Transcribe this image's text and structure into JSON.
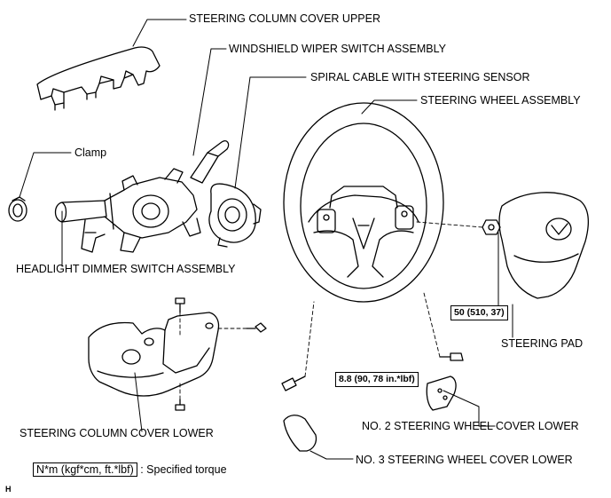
{
  "labels": {
    "steering_column_cover_upper": "STEERING COLUMN COVER UPPER",
    "windshield_wiper_switch": "WINDSHIELD WIPER SWITCH ASSEMBLY",
    "spiral_cable": "SPIRAL CABLE WITH STEERING SENSOR",
    "steering_wheel_assembly": "STEERING WHEEL ASSEMBLY",
    "clamp": "Clamp",
    "headlight_dimmer_switch": "HEADLIGHT DIMMER SWITCH ASSEMBLY",
    "steering_pad": "STEERING PAD",
    "steering_column_cover_lower": "STEERING COLUMN COVER LOWER",
    "no2_cover_lower": "NO. 2 STEERING WHEEL COVER LOWER",
    "no3_cover_lower": "NO. 3 STEERING WHEEL COVER LOWER"
  },
  "torques": {
    "pad_nut": "50 (510, 37)",
    "wheel_screw": "8.8 (90, 78 in.*lbf)"
  },
  "legend": {
    "unit_box": "N*m (kgf*cm, ft.*lbf)",
    "text": ": Specified torque"
  },
  "figure_code": "H"
}
